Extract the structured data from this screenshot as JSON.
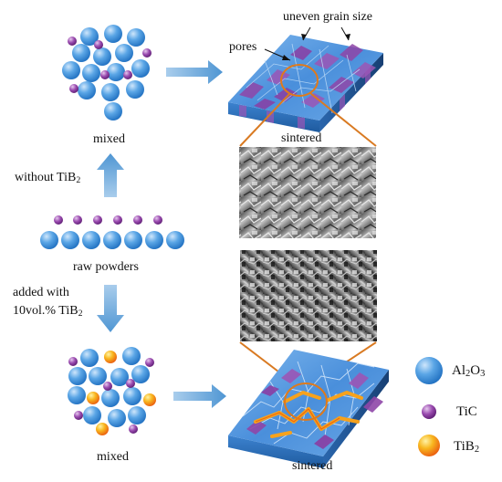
{
  "labels": {
    "top_mixed": "mixed",
    "top_sintered": "sintered",
    "pores": "pores",
    "uneven": "uneven grain size",
    "without_text": "without TiB",
    "without_sub": "2",
    "raw_powders": "raw powders",
    "added_line1": "added with",
    "added_line2_text": "10vol.% TiB",
    "added_line2_sub": "2",
    "bottom_mixed": "mixed",
    "bottom_sintered": "sintered"
  },
  "legend": {
    "al2o3_a": "Al",
    "al2o3_b": "2",
    "al2o3_c": "O",
    "al2o3_d": "3",
    "tic": "TiC",
    "tib2_a": "TiB",
    "tib2_b": "2"
  },
  "colors": {
    "al2o3": "#3f93dc",
    "tic": "#8e3f9e",
    "tib2": "#f7a21c",
    "arrow": "#7fb4dd",
    "connector": "#d97a22",
    "slab_top": "#5a9be0",
    "slab_side": "#2f6fb7"
  }
}
